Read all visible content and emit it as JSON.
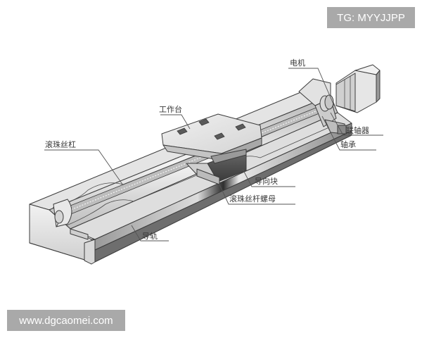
{
  "diagram": {
    "subject": "Ball screw linear module cutaway",
    "labels": {
      "motor": "电机",
      "workbench": "工作台",
      "ball_screw": "滚珠丝杠",
      "coupling": "联轴器",
      "bearing": "轴承",
      "guide_block": "导向块",
      "ball_screw_nut": "滚珠丝杆螺母",
      "guide_rail": "导轨"
    }
  },
  "watermarks": {
    "top_right": "TG: MYYJJPP",
    "bottom_left": "www.dgcaomei.com"
  },
  "colors": {
    "background": "#ffffff",
    "outline": "#3c3c3c",
    "metal_light": "#e6e6e6",
    "metal_mid": "#c9c9c9",
    "metal_dark": "#5a5a5a",
    "leader_line": "#555555",
    "watermark_bg": "#a9a9a9",
    "watermark_text": "#ffffff"
  }
}
